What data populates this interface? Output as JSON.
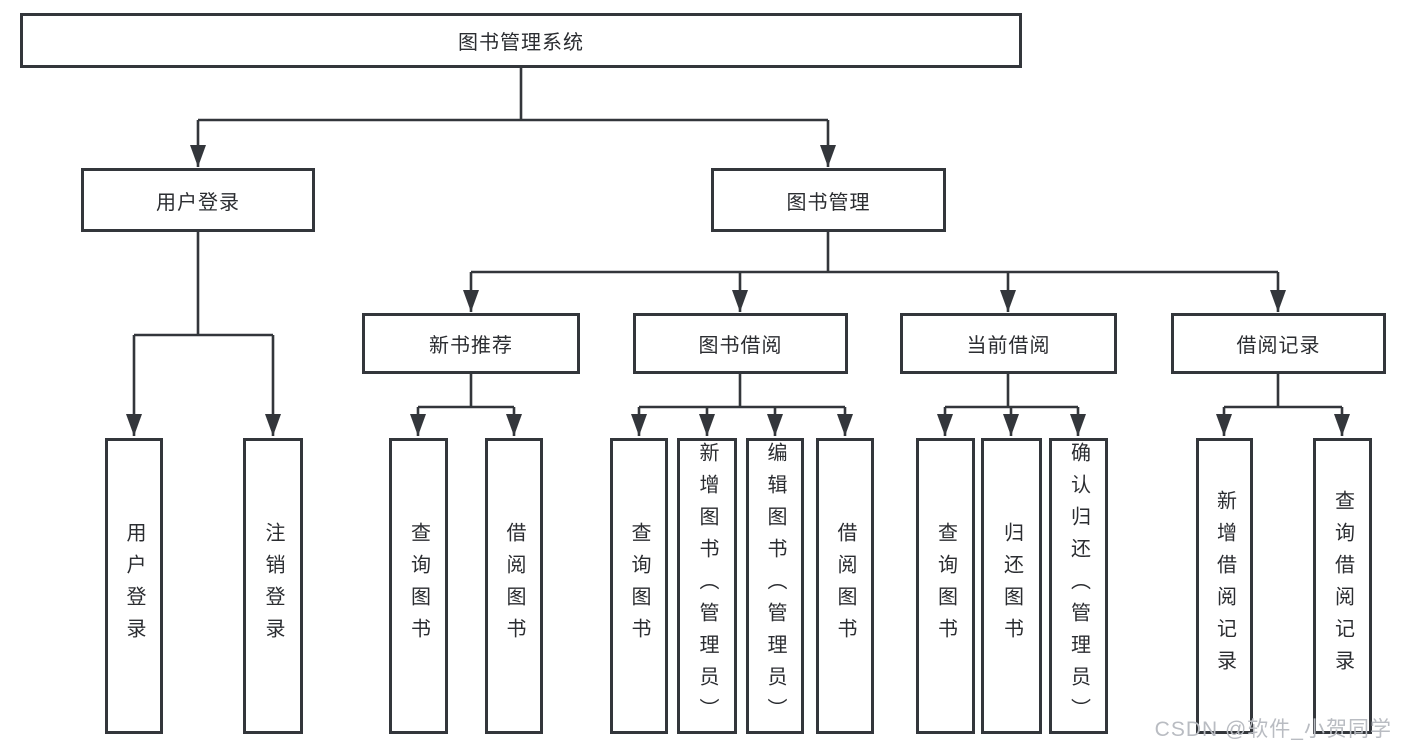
{
  "diagram": {
    "root": {
      "label": "图书管理系统"
    },
    "branches": [
      {
        "label": "用户登录",
        "children": [
          {
            "label": "用户登录"
          },
          {
            "label": "注销登录"
          }
        ]
      },
      {
        "label": "图书管理",
        "children": [
          {
            "label": "新书推荐",
            "children": [
              {
                "label": "查询图书"
              },
              {
                "label": "借阅图书"
              }
            ]
          },
          {
            "label": "图书借阅",
            "children": [
              {
                "label": "查询图书"
              },
              {
                "label": "新增图书（管理员）"
              },
              {
                "label": "编辑图书（管理员）"
              },
              {
                "label": "借阅图书"
              }
            ]
          },
          {
            "label": "当前借阅",
            "children": [
              {
                "label": "查询图书"
              },
              {
                "label": "归还图书"
              },
              {
                "label": "确认归还（管理员）"
              }
            ]
          },
          {
            "label": "借阅记录",
            "children": [
              {
                "label": "新增借阅记录"
              },
              {
                "label": "查询借阅记录"
              }
            ]
          }
        ]
      }
    ]
  },
  "watermark": {
    "label": "CSDN @软件_小贺同学"
  },
  "colors": {
    "line": "#33363b",
    "text": "#2b2d31",
    "watermark": "#b9bcc2",
    "background": "#ffffff"
  }
}
